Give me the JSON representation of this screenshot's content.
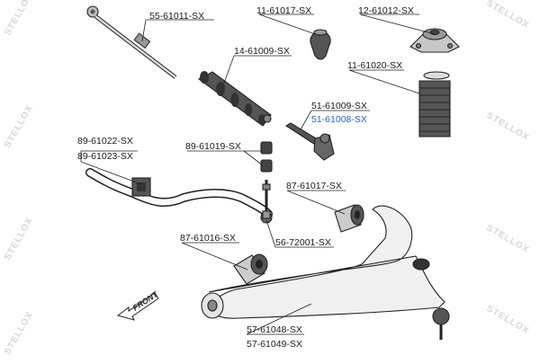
{
  "brand": {
    "watermark": "STELLOX"
  },
  "direction_label": "FRONT",
  "parts": [
    {
      "id": "tie-rod",
      "codes": [
        "55-61011-SX"
      ]
    },
    {
      "id": "strut-bump-stop",
      "codes": [
        "11-61017-SX"
      ]
    },
    {
      "id": "strut-mount",
      "codes": [
        "12-61012-SX"
      ]
    },
    {
      "id": "steering-boot",
      "codes": [
        "14-61009-SX"
      ]
    },
    {
      "id": "strut-dust-cover",
      "codes": [
        "11-61020-SX"
      ]
    },
    {
      "id": "tie-rod-end",
      "codes": [
        "51-61009-SX",
        "51-61008-SX"
      ],
      "highlighted_code": "51-61008-SX"
    },
    {
      "id": "stabilizer-bushing",
      "codes": [
        "89-61022-SX",
        "89-61023-SX"
      ]
    },
    {
      "id": "stabilizer-link-bushing",
      "codes": [
        "89-61019-SX"
      ]
    },
    {
      "id": "rear-arm-bushing",
      "codes": [
        "87-61017-SX"
      ]
    },
    {
      "id": "front-arm-bushing",
      "codes": [
        "87-61016-SX"
      ]
    },
    {
      "id": "stabilizer-link",
      "codes": [
        "56-72001-SX"
      ]
    },
    {
      "id": "control-arm",
      "codes": [
        "57-61048-SX",
        "57-61049-SX"
      ]
    }
  ]
}
